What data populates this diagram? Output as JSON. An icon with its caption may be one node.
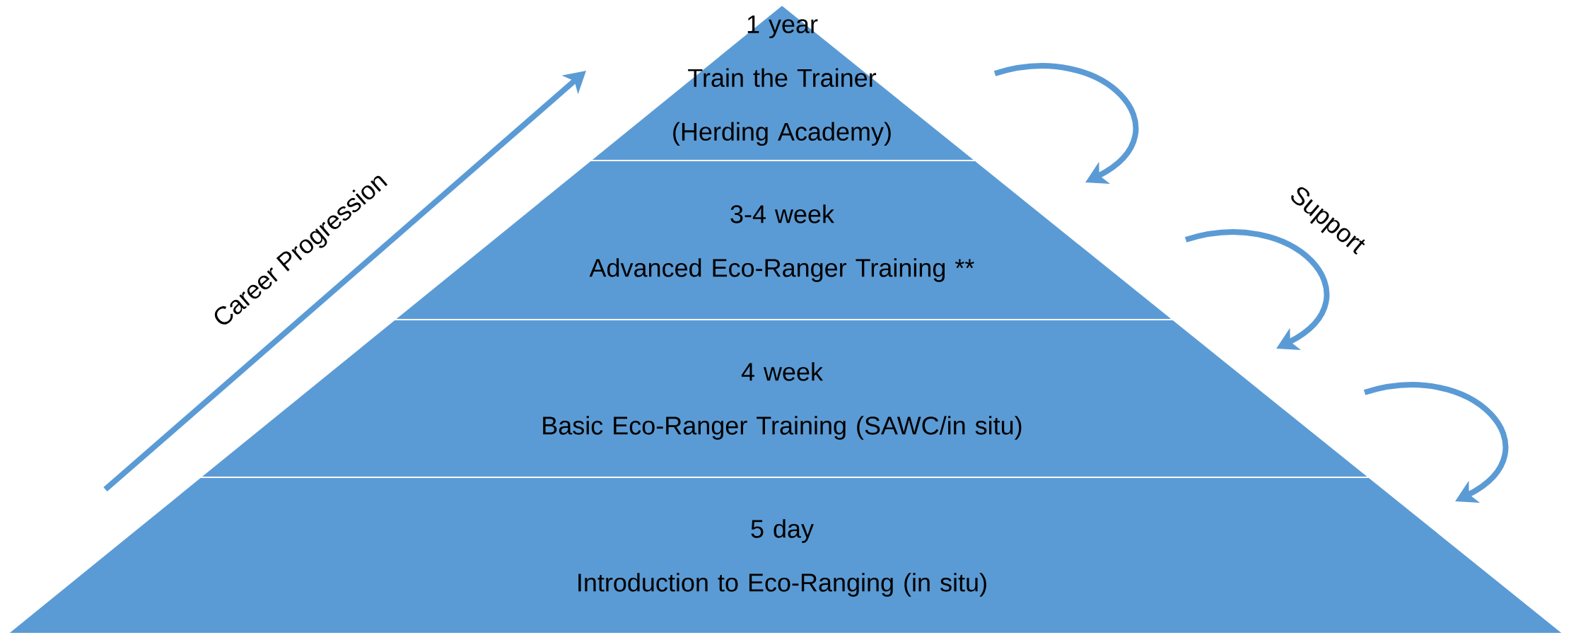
{
  "diagram": {
    "nodes": [
      {
        "text": [
          "1 year",
          "Train the Trainer (Herding Academy)"
        ]
      },
      {
        "text": [
          "3-4 week",
          "Advanced Eco-Ranger Training **"
        ]
      },
      {
        "text": [
          "4 week",
          "Basic Eco-Ranger Training (SAWC/in situ)"
        ]
      },
      {
        "text": [
          "5 day",
          "Introduction to Eco-Ranging  (in situ)"
        ]
      }
    ],
    "labels": [
      "Career Progression",
      "Support"
    ]
  }
}
